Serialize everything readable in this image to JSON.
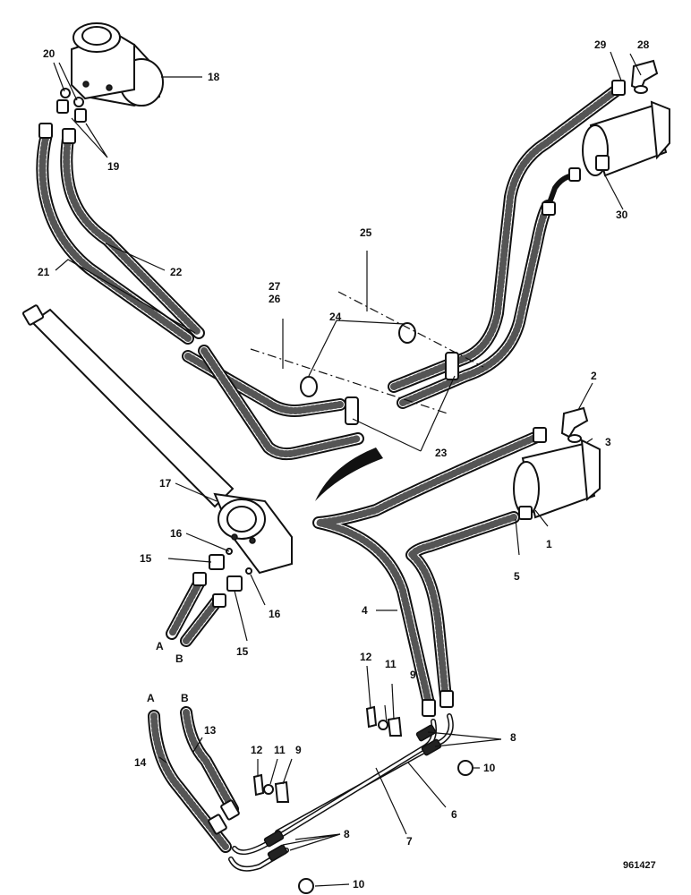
{
  "labels": {
    "p1": "1",
    "p2": "2",
    "p3": "3",
    "p4": "4",
    "p5": "5",
    "p6": "6",
    "p7": "7",
    "p8a": "8",
    "p8b": "8",
    "p9a": "9",
    "p9b": "9",
    "p10a": "10",
    "p10b": "10",
    "p11a": "11",
    "p11b": "11",
    "p12a": "12",
    "p12b": "12",
    "p13": "13",
    "p14": "14",
    "p15a": "15",
    "p15b": "15",
    "p16a": "16",
    "p16b": "16",
    "p17": "17",
    "p18": "18",
    "p19": "19",
    "p20": "20",
    "p21": "21",
    "p22": "22",
    "p23": "23",
    "p24": "24",
    "p25": "25",
    "p26": "26",
    "p27": "27",
    "p28": "28",
    "p29": "29",
    "p30": "30",
    "lA1": "A",
    "lB1": "B",
    "lA2": "A",
    "lB2": "B"
  },
  "reference_number": "961427"
}
